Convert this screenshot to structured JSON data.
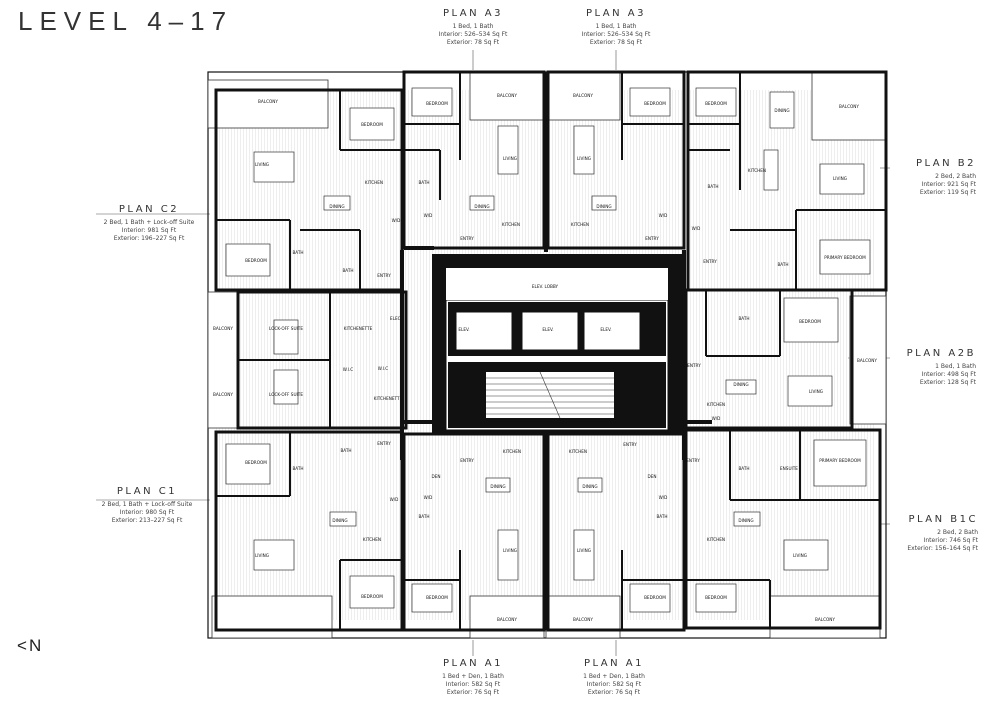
{
  "title": "LEVEL 4–17",
  "north_label": "N",
  "plans": [
    {
      "id": "a3_left",
      "name": "PLAN A3",
      "type": "1 Bed, 1 Bath",
      "interior": "Interior: 526–534 Sq Ft",
      "exterior": "Exterior: 78 Sq Ft"
    },
    {
      "id": "a3_right",
      "name": "PLAN A3",
      "type": "1 Bed, 1 Bath",
      "interior": "Interior: 526–534 Sq Ft",
      "exterior": "Exterior: 78 Sq Ft"
    },
    {
      "id": "b2",
      "name": "PLAN B2",
      "type": "2 Bed, 2 Bath",
      "interior": "Interior: 921 Sq Ft",
      "exterior": "Exterior: 119 Sq Ft"
    },
    {
      "id": "c2",
      "name": "PLAN C2",
      "type": "2 Bed, 1 Bath + Lock-off Suite",
      "interior": "Interior: 981 Sq Ft",
      "exterior": "Exterior: 196–227 Sq Ft"
    },
    {
      "id": "a2b",
      "name": "PLAN A2B",
      "type": "1 Bed, 1 Bath",
      "interior": "Interior: 498 Sq Ft",
      "exterior": "Exterior: 128 Sq Ft"
    },
    {
      "id": "c1",
      "name": "PLAN C1",
      "type": "2 Bed, 1 Bath + Lock-off Suite",
      "interior": "Interior: 980 Sq Ft",
      "exterior": "Exterior: 213–227 Sq Ft"
    },
    {
      "id": "b1c",
      "name": "PLAN B1C",
      "type": "2 Bed, 2 Bath",
      "interior": "Interior: 746 Sq Ft",
      "exterior": "Exterior: 156–164 Sq Ft"
    },
    {
      "id": "a1_left",
      "name": "PLAN A1",
      "type": "1 Bed + Den, 1 Bath",
      "interior": "Interior: 582 Sq Ft",
      "exterior": "Exterior: 76 Sq Ft"
    },
    {
      "id": "a1_right",
      "name": "PLAN A1",
      "type": "1 Bed + Den, 1 Bath",
      "interior": "Interior: 582 Sq Ft",
      "exterior": "Exterior: 76 Sq Ft"
    }
  ],
  "room_labels": {
    "balcony": "BALCONY",
    "bedroom": "BEDROOM",
    "primary_bedroom": "PRIMARY BEDROOM",
    "living": "LIVING",
    "dining": "DINING",
    "kitchen": "KITCHEN",
    "bath": "BATH",
    "ensuite": "ENSUITE",
    "entry": "ENTRY",
    "den": "DEN",
    "elev": "ELEV.",
    "elev_lobby": "ELEV. LOBBY",
    "lockoff_suite": "LOCK-OFF SUITE",
    "wd": "W/D",
    "elec": "ELEC.",
    "wic": "W.I.C",
    "kitchenette": "KITCHENETTE"
  },
  "colors": {
    "wall": "#111111",
    "line": "#555555",
    "floor": "#bbbbbb"
  }
}
